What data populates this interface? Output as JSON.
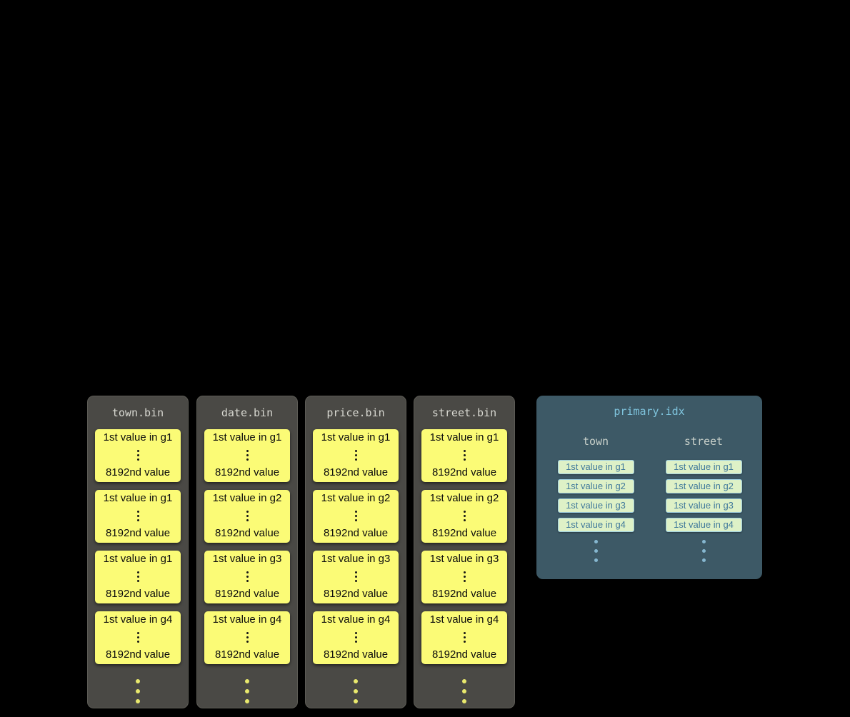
{
  "bin_files": [
    {
      "title": "town.bin",
      "granules": [
        {
          "first": "1st value in g1",
          "last": "8192nd value"
        },
        {
          "first": "1st value in g1",
          "last": "8192nd value"
        },
        {
          "first": "1st value in g1",
          "last": "8192nd value"
        },
        {
          "first": "1st value in g4",
          "last": "8192nd value"
        }
      ]
    },
    {
      "title": "date.bin",
      "granules": [
        {
          "first": "1st value in g1",
          "last": "8192nd value"
        },
        {
          "first": "1st value in g2",
          "last": "8192nd value"
        },
        {
          "first": "1st value in g3",
          "last": "8192nd value"
        },
        {
          "first": "1st value in g4",
          "last": "8192nd value"
        }
      ]
    },
    {
      "title": "price.bin",
      "granules": [
        {
          "first": "1st value in g1",
          "last": "8192nd value"
        },
        {
          "first": "1st value in g2",
          "last": "8192nd value"
        },
        {
          "first": "1st value in g3",
          "last": "8192nd value"
        },
        {
          "first": "1st value in g4",
          "last": "8192nd value"
        }
      ]
    },
    {
      "title": "street.bin",
      "granules": [
        {
          "first": "1st value in g1",
          "last": "8192nd value"
        },
        {
          "first": "1st value in g2",
          "last": "8192nd value"
        },
        {
          "first": "1st value in g3",
          "last": "8192nd value"
        },
        {
          "first": "1st value in g4",
          "last": "8192nd value"
        }
      ]
    }
  ],
  "primary_index": {
    "title": "primary.idx",
    "columns": [
      {
        "header": "town",
        "entries": [
          "1st value in g1",
          "1st value in g2",
          "1st value in g3",
          "1st value in g4"
        ]
      },
      {
        "header": "street",
        "entries": [
          "1st value in g1",
          "1st value in g2",
          "1st value in g3",
          "1st value in g4"
        ]
      }
    ]
  },
  "colors": {
    "background": "#000000",
    "bin_column_bg": "#4a4945",
    "bin_title_text": "#d7d7d0",
    "granule_bg": "#fbfb76",
    "granule_text": "#0c0c0c",
    "yellow_dot": "#e9e96d",
    "index_panel_bg": "#3d5966",
    "index_title_text": "#7fc4dd",
    "index_header_text": "#c8d0ca",
    "index_entry_bg": "#def1c7",
    "index_entry_text": "#40799b",
    "blue_dot": "#86b7d0"
  }
}
